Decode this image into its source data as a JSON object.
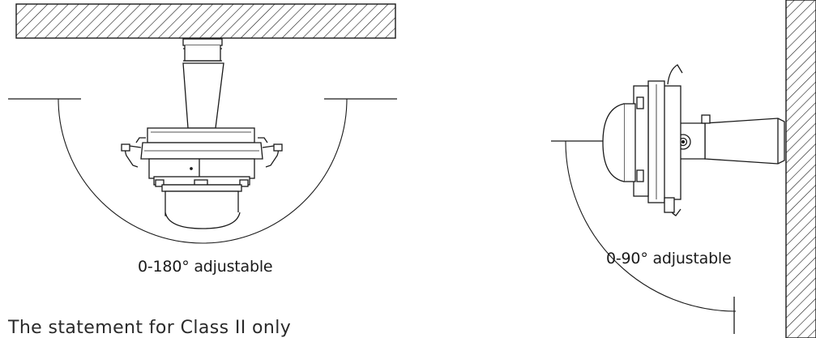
{
  "labels": {
    "ceiling_mount": "0-180° adjustable",
    "wall_mount": "0-90° adjustable",
    "note": "The statement for Class II only"
  },
  "colors": {
    "line": "#1a1a1a",
    "background": "#ffffff"
  },
  "icons": {
    "ceiling": "hatched-ceiling-surface",
    "wall": "hatched-wall-surface",
    "camera": "dome-camera"
  }
}
